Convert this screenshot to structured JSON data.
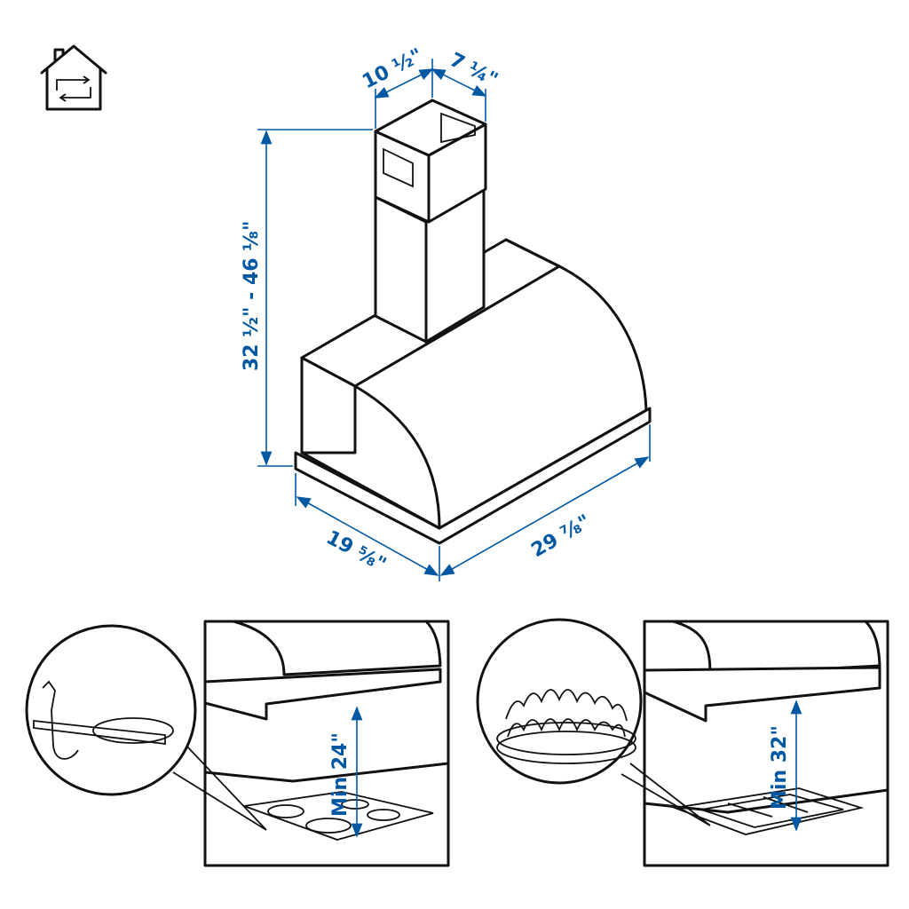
{
  "icon": "house-ventilation-recirculation-icon",
  "dimensions": {
    "chimney_width": "10 ½\"",
    "chimney_depth": "7 ¼\"",
    "height_range": "32 ½\" - 46 ⅛\"",
    "hood_depth": "19 ⅝\"",
    "hood_width": "29 ⅞\""
  },
  "panels": [
    {
      "cooktop": "electric",
      "min_clearance": "Min 24\""
    },
    {
      "cooktop": "gas",
      "min_clearance": "Min 32\""
    }
  ],
  "colors": {
    "dimension": "#0058a3",
    "line": "#111111"
  }
}
